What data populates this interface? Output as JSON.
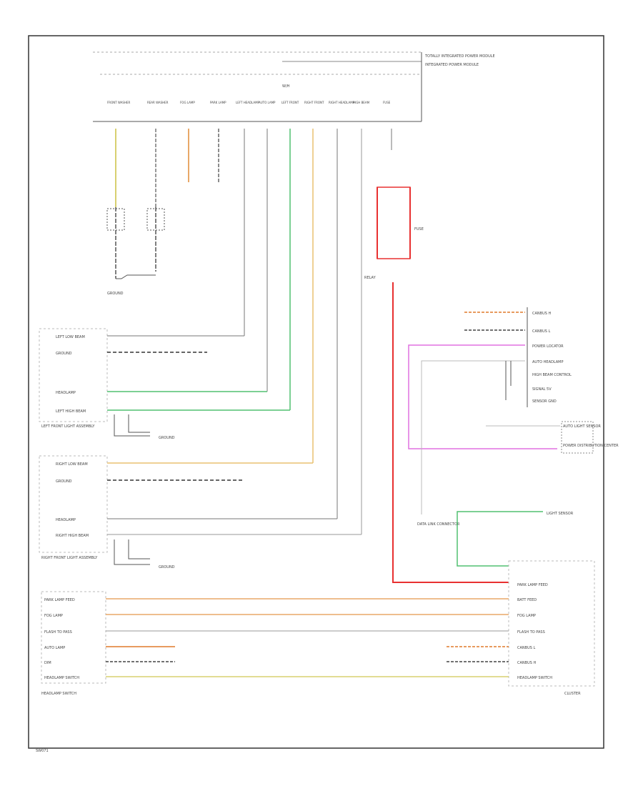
{
  "title_ref": "W/H",
  "footer_left": "HEADLAMP SWITCH",
  "footer_right": "CLUSTER",
  "page_ref": "SW071",
  "colors": {
    "border": "#333333",
    "wire": "#555555",
    "yellow": "#d8d070",
    "orange": "#e8a868",
    "green": "#50c070",
    "red": "#e83030",
    "pink": "#e070e0",
    "dark_orange": "#e07a2a"
  },
  "top_connector": {
    "label": "INTEGRATED POWER MODULE",
    "sublabel": "TOTALLY INTEGRATED POWER MODULE",
    "pins": [
      "FRONT WASHER",
      "REAR WASHER",
      "FOG LAMP",
      "PARK LAMP",
      "LEFT HEADLAMP",
      "AUTO LAMP",
      "LEFT FRONT",
      "RIGHT FRONT",
      "RIGHT HEADLAMP",
      "HIGH BEAM",
      "FUSE"
    ]
  },
  "left_module_1": {
    "name": "LEFT FRONT LIGHT ASSEMBLY",
    "rows": [
      "LEFT LOW BEAM",
      "GROUND",
      "HEADLAMP",
      "LEFT HIGH BEAM"
    ],
    "ground_label": "GROUND"
  },
  "left_module_2": {
    "name": "RIGHT FRONT LIGHT ASSEMBLY",
    "rows": [
      "RIGHT LOW BEAM",
      "GROUND",
      "HEADLAMP",
      "RIGHT HIGH BEAM"
    ],
    "ground_label": "GROUND"
  },
  "right_module": {
    "rows": [
      "CANBUS H",
      "CANBUS L",
      "POWER LOCATOR",
      "AUTO HEADLAMP",
      "HIGH BEAM CONTROL",
      "SIGNAL 5V",
      "SENSOR GND"
    ],
    "sensor_label": "AUTO LIGHT SENSOR",
    "sensor_sub": "POWER DISTRIBUTION CENTER",
    "note": "DATA LINK CONNECTOR"
  },
  "switch_rows": [
    "PARK LAMP FEED",
    "FOG LAMP",
    "FLASH TO PASS",
    "AUTO LAMP",
    "DIM",
    "HEADLAMP SWITCH"
  ],
  "cluster_rows": [
    "PARK LAMP FEED",
    "BATT FEED",
    "FOG LAMP",
    "FLASH TO PASS",
    "CANBUS L",
    "CANBUS H",
    "HEADLAMP SWITCH"
  ],
  "labels": {
    "fuse": "FUSE",
    "relay": "RELAY",
    "light_sensor": "LIGHT SENSOR",
    "ground": "GROUND"
  }
}
